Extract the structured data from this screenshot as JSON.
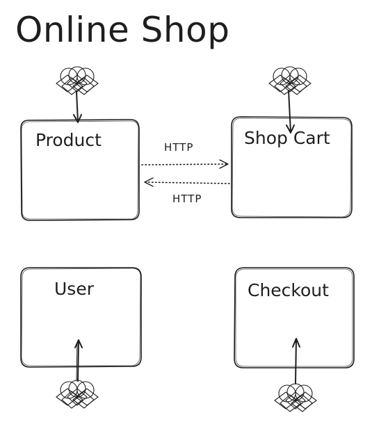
{
  "title": "Online Shop",
  "services": {
    "product": {
      "label": "Product"
    },
    "shop_cart": {
      "label": "Shop Cart"
    },
    "user": {
      "label": "User"
    },
    "checkout": {
      "label": "Checkout"
    }
  },
  "edges": {
    "product_to_cart": {
      "label": "HTTP"
    },
    "cart_to_product": {
      "label": "HTTP"
    }
  },
  "icons": {
    "client": "users-icon"
  }
}
